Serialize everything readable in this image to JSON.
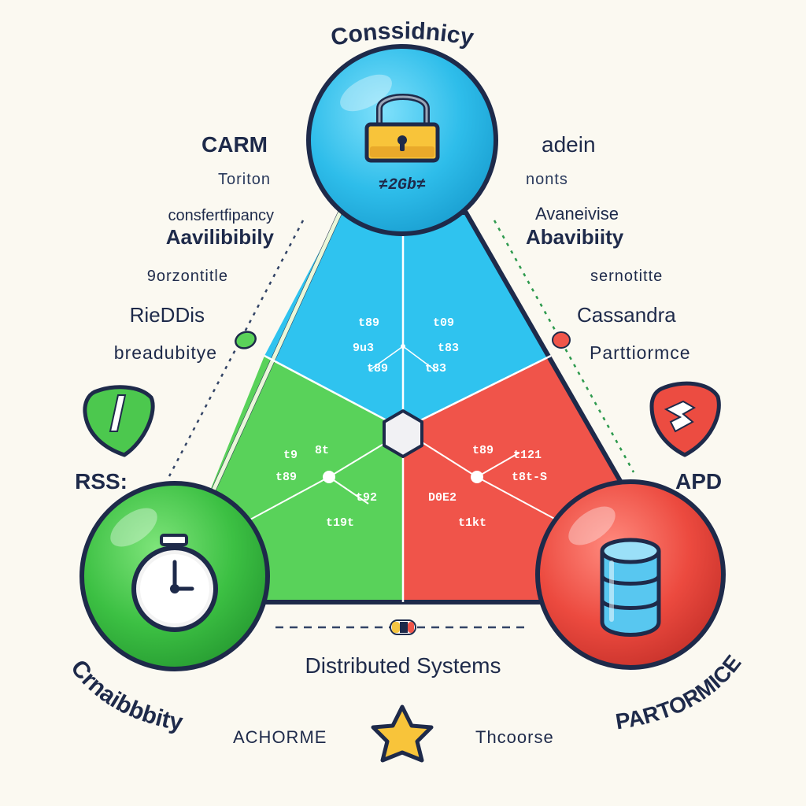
{
  "top_node": {
    "title": "Conssidnicy",
    "badge": "≠2Gb≠",
    "icon": "lock-icon",
    "color": "#35c7ef"
  },
  "left_node": {
    "title": "Crnaibbbity",
    "icon": "stopwatch-icon",
    "color": "#45c44a"
  },
  "right_node": {
    "title": "PARTORMICE",
    "icon": "database-icon",
    "color": "#ec4c41"
  },
  "left_column": {
    "heading": "CARM",
    "sub": "Toriton",
    "desc_small": "consfertfipancy",
    "desc_large": "Aavilibibily",
    "item": "9orzontitle",
    "db": "RieDDis",
    "db_sub": "breadubitye",
    "mode": "RSS:"
  },
  "right_column": {
    "heading": "adein",
    "sub": "nonts",
    "desc_small": "Avaneivise",
    "desc_large": "Abavibiity",
    "item": "sernotitte",
    "db": "Cassandra",
    "db_sub": "Parttiormce",
    "mode": "APD"
  },
  "triangle": {
    "blue_labels": [
      "t89",
      "9u3",
      "t89",
      "t09",
      "t83",
      "t83"
    ],
    "green_labels": [
      "t9",
      "8t",
      "t89",
      "t92",
      "t19t"
    ],
    "red_labels": [
      "t89",
      "t121",
      "t8t-S",
      "D0E2",
      "t1kt"
    ]
  },
  "center_title": "Distributed Systems",
  "footer": {
    "left": "ACHORME",
    "right": "Thcoorse",
    "icon": "star-icon"
  },
  "colors": {
    "blue": "#35c7ef",
    "green": "#5ad25a",
    "red": "#f0554a",
    "outline": "#1e2a4a",
    "background": "#fbf9f1"
  }
}
